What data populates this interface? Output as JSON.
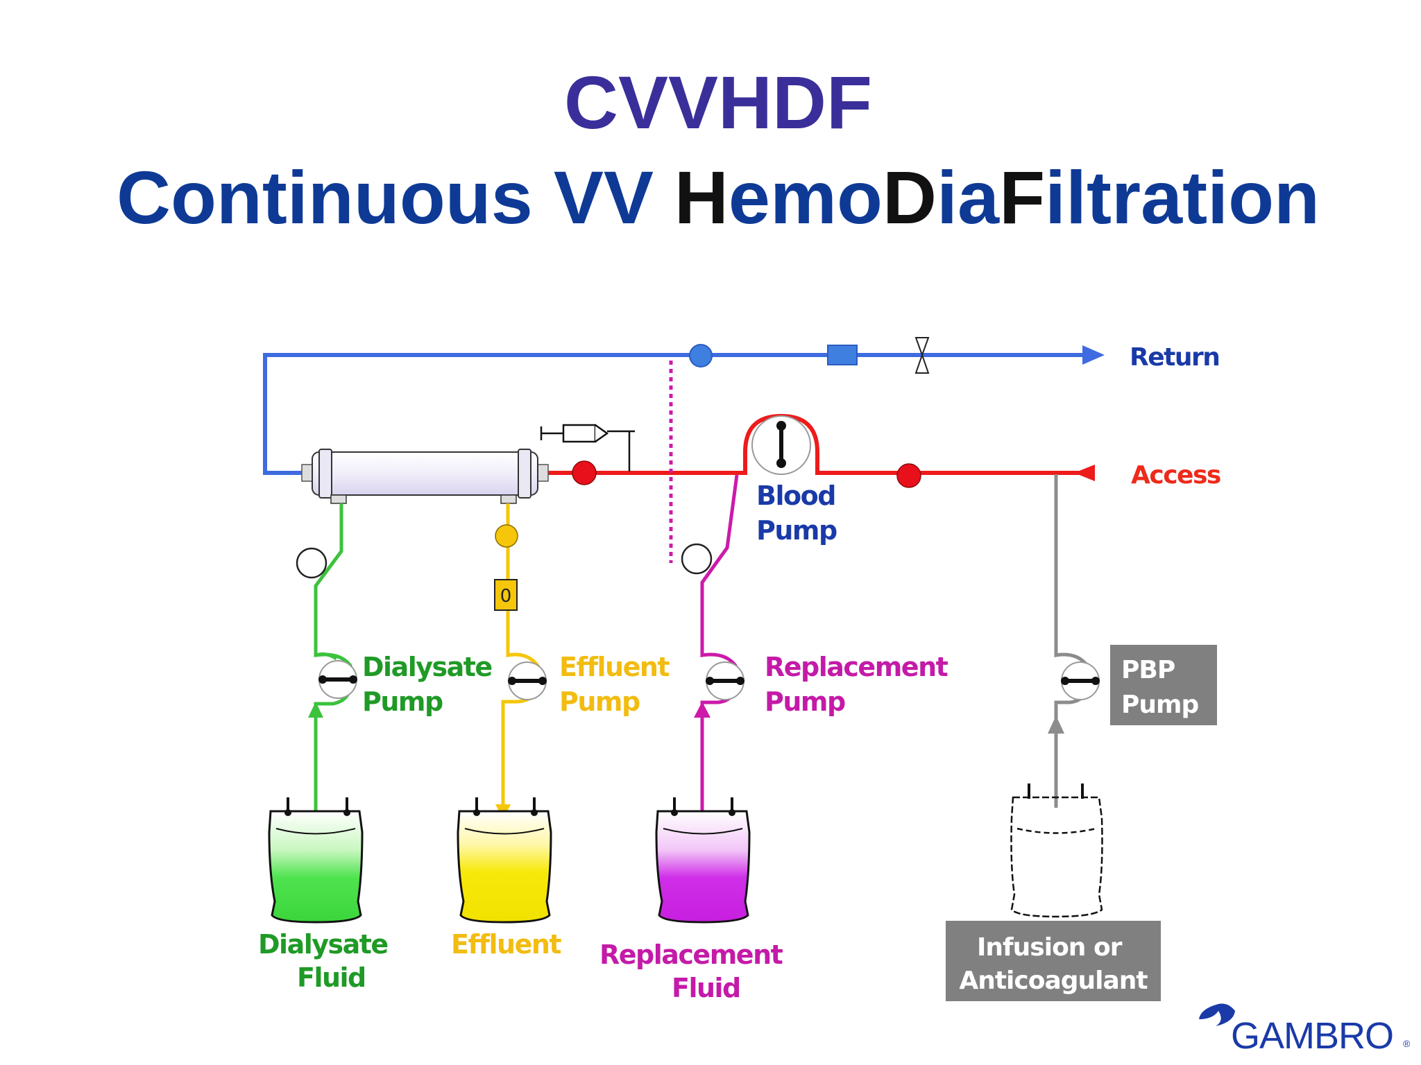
{
  "title": {
    "line1": "CVVHDF",
    "line2_prefix": "Continuous VV ",
    "line2_h": "H",
    "line2_emo": "emo",
    "line2_d": "D",
    "line2_ia": "ia",
    "line2_f": "F",
    "line2_iltration": "iltration"
  },
  "labels": {
    "return": "Return",
    "access": "Access",
    "blood_pump": [
      "Blood",
      "Pump"
    ],
    "dialysate_pump": [
      "Dialysate",
      "Pump"
    ],
    "effluent_pump": [
      "Effluent",
      "Pump"
    ],
    "replacement_pump": [
      "Replacement",
      "Pump"
    ],
    "pbp_pump": [
      "PBP",
      "Pump"
    ],
    "dialysate_fluid": [
      "Dialysate",
      "Fluid"
    ],
    "effluent": "Effluent",
    "replacement_fluid": [
      "Replacement",
      "Fluid"
    ],
    "infusion": [
      "Infusion or",
      "Anticoagulant"
    ],
    "effluent_sensor": "0"
  },
  "logo": {
    "text": "GAMBRO",
    "mark": "®"
  },
  "colors": {
    "title_purple": "#3a2f9a",
    "title_blue": "#0e3a96",
    "title_black": "#111111",
    "return_line": "#3e6be0",
    "access_line": "#ee1b1b",
    "dialysate": "#3cc23c",
    "effluent": "#f5c60a",
    "replacement": "#cc1aaa",
    "pbp": "#8c8c8c",
    "label_blue": "#1a3aa8",
    "label_green": "#1f9a26",
    "label_yellow": "#f2bc10",
    "label_magenta": "#c41aa8",
    "label_red": "#ee2a1a",
    "gray_box": "#808080"
  }
}
